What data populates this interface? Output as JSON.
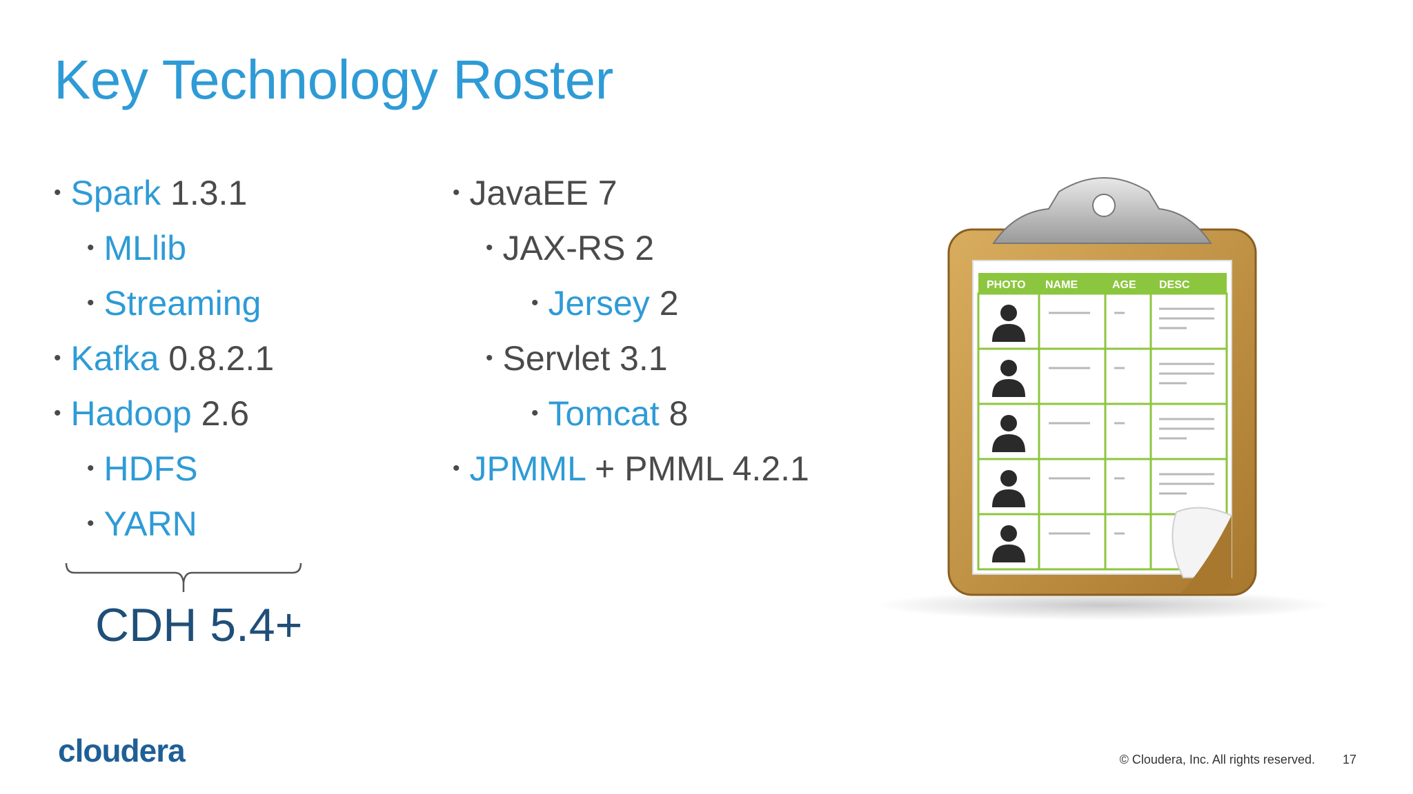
{
  "slide": {
    "title": "Key Technology Roster",
    "column1": [
      {
        "bullet": "•",
        "name": "Spark",
        "version": "1.3.1"
      },
      {
        "bullet": "•",
        "name": "MLlib",
        "version": ""
      },
      {
        "bullet": "•",
        "name": "Streaming",
        "version": ""
      },
      {
        "bullet": "•",
        "name": "Kafka",
        "version": "0.8.2.1"
      },
      {
        "bullet": "•",
        "name": "Hadoop",
        "version": "2.6"
      },
      {
        "bullet": "•",
        "name": "HDFS",
        "version": ""
      },
      {
        "bullet": "•",
        "name": "YARN",
        "version": ""
      }
    ],
    "column2": [
      {
        "bullet": "•",
        "name": "",
        "version": "JavaEE 7"
      },
      {
        "bullet": "•",
        "name": "",
        "version": "JAX-RS 2"
      },
      {
        "bullet": "•",
        "name": "Jersey",
        "version": "2"
      },
      {
        "bullet": "•",
        "name": "",
        "version": "Servlet 3.1"
      },
      {
        "bullet": "•",
        "name": "Tomcat",
        "version": "8"
      },
      {
        "bullet": "•",
        "name": "JPMML",
        "version": "+ PMML 4.2.1"
      }
    ],
    "group_label": "CDH 5.4+",
    "clipboard_headers": [
      "PHOTO",
      "NAME",
      "AGE",
      "DESC"
    ],
    "footer": {
      "logo": "cloudera",
      "copyright": "© Cloudera, Inc. All rights reserved.",
      "page_number": "17"
    },
    "colors": {
      "accent": "#2e9bd6",
      "text": "#4a4a4a",
      "dark_blue": "#1f4f78",
      "green": "#8cc63f",
      "clipboard": "#c8963e"
    }
  }
}
